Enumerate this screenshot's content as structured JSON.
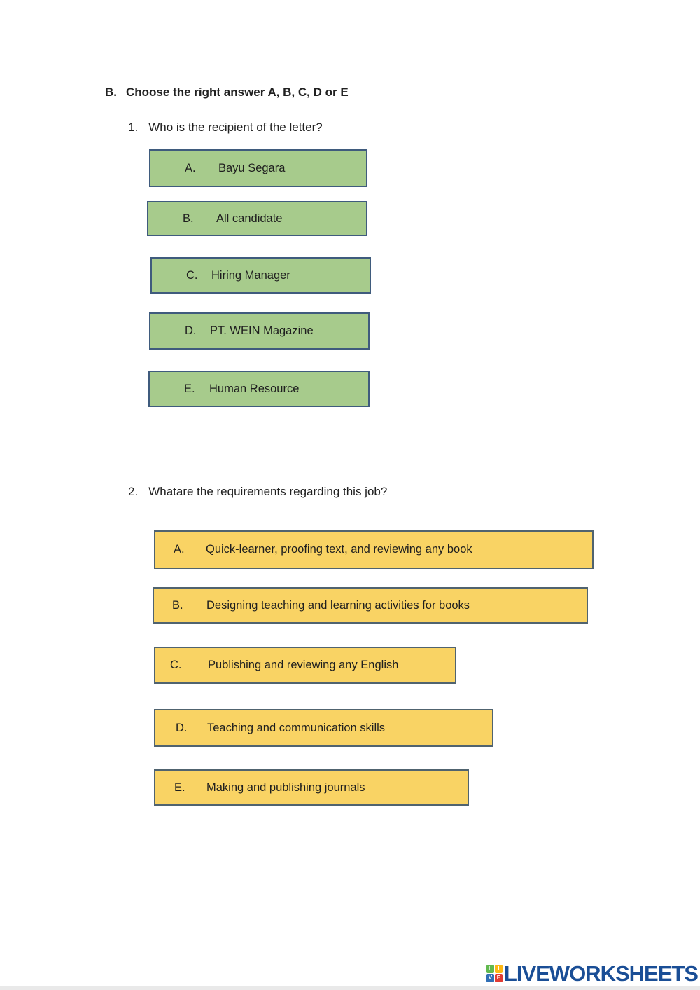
{
  "section": {
    "label": "B.",
    "title": "Choose the right answer A, B, C, D or E"
  },
  "questions": [
    {
      "number": "1.",
      "text": "Who is the recipient of the letter?",
      "box_color": "#a7cb8c",
      "border_color": "#3f5b7d",
      "options": [
        {
          "letter": "A.",
          "text": "Bayu Segara"
        },
        {
          "letter": "B.",
          "text": "All candidate"
        },
        {
          "letter": "C.",
          "text": "Hiring Manager"
        },
        {
          "letter": "D.",
          "text": "PT. WEIN Magazine"
        },
        {
          "letter": "E.",
          "text": "Human Resource"
        }
      ]
    },
    {
      "number": "2.",
      "text": "Whatare the requirements regarding this job?",
      "box_color": "#f9d364",
      "border_color": "#50636f",
      "options": [
        {
          "letter": "A.",
          "text": "Quick-learner, proofing text, and reviewing any book"
        },
        {
          "letter": "B.",
          "text": "Designing teaching and learning activities for books"
        },
        {
          "letter": "C.",
          "text": "Publishing and reviewing any English"
        },
        {
          "letter": "D.",
          "text": "Teaching and communication skills"
        },
        {
          "letter": "E.",
          "text": "Making and publishing journals"
        }
      ]
    }
  ],
  "footer": {
    "logo_text": "LIVEWORKSHEETS",
    "logo_color": "#1a4e96",
    "logo_squares": [
      {
        "letter": "L",
        "color": "#61b94e"
      },
      {
        "letter": "I",
        "color": "#fdb714"
      },
      {
        "letter": "V",
        "color": "#2f6eb5"
      },
      {
        "letter": "E",
        "color": "#e13b33"
      }
    ]
  }
}
